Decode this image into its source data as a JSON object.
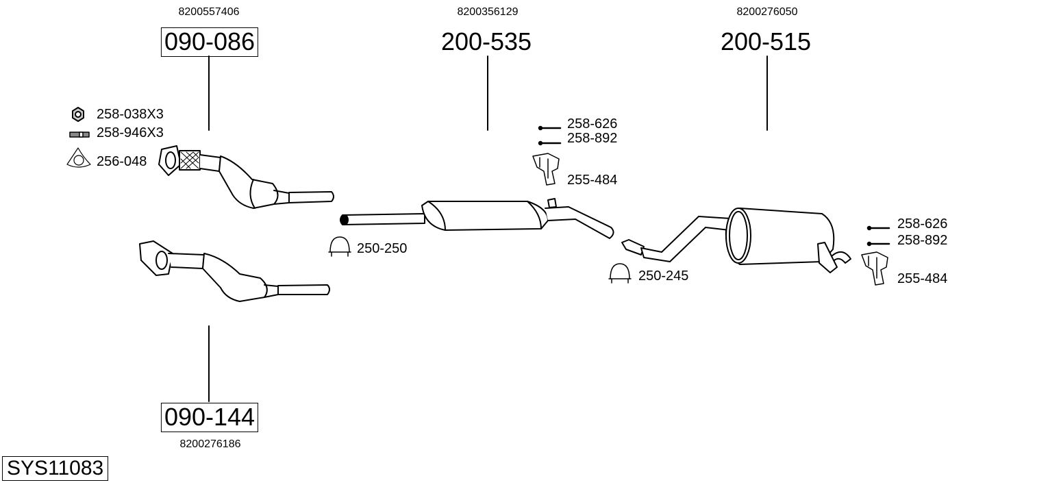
{
  "main_parts": [
    {
      "part_no": "090-086",
      "oem": "8200557406"
    },
    {
      "part_no": "200-535",
      "oem": "8200356129"
    },
    {
      "part_no": "200-515",
      "oem": "8200276050"
    },
    {
      "part_no": "090-144",
      "oem": "8200276186"
    }
  ],
  "accessories": [
    {
      "label": "258-038X3",
      "icon": "nut-icon"
    },
    {
      "label": "258-946X3",
      "icon": "stud-icon"
    },
    {
      "label": "256-048",
      "icon": "gasket-icon"
    },
    {
      "label": "250-250",
      "icon": "clamp-icon"
    },
    {
      "label": "258-626",
      "icon": "bolt-icon"
    },
    {
      "label": "258-892",
      "icon": "bolt-icon"
    },
    {
      "label": "255-484",
      "icon": "hanger-icon"
    },
    {
      "label": "250-245",
      "icon": "clamp-icon"
    },
    {
      "label": "258-626",
      "icon": "bolt-icon"
    },
    {
      "label": "258-892",
      "icon": "bolt-icon"
    },
    {
      "label": "255-484",
      "icon": "hanger-icon"
    }
  ],
  "system_id": "SYS11083"
}
